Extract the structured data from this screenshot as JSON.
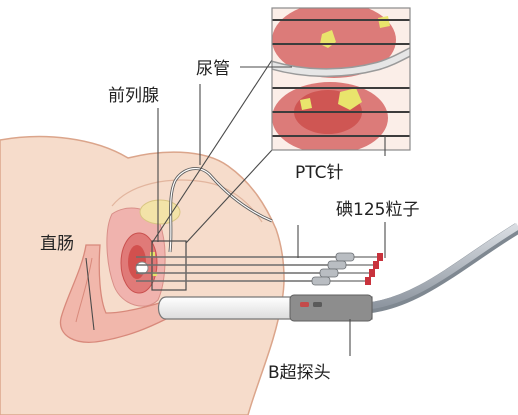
{
  "labels": {
    "urethra": "尿管",
    "prostate": "前列腺",
    "ptc_needle": "PTC针",
    "iodine_seeds": "碘125粒子",
    "rectum": "直肠",
    "ultrasound_probe": "B超探头"
  },
  "colors": {
    "body": "#f6dccb",
    "prostate": "#e07a78",
    "rectum": "#f1b7ab",
    "seed": "#e8e26a",
    "needle_tip": "#c8323c",
    "probe_grip": "#8d8d8d"
  }
}
